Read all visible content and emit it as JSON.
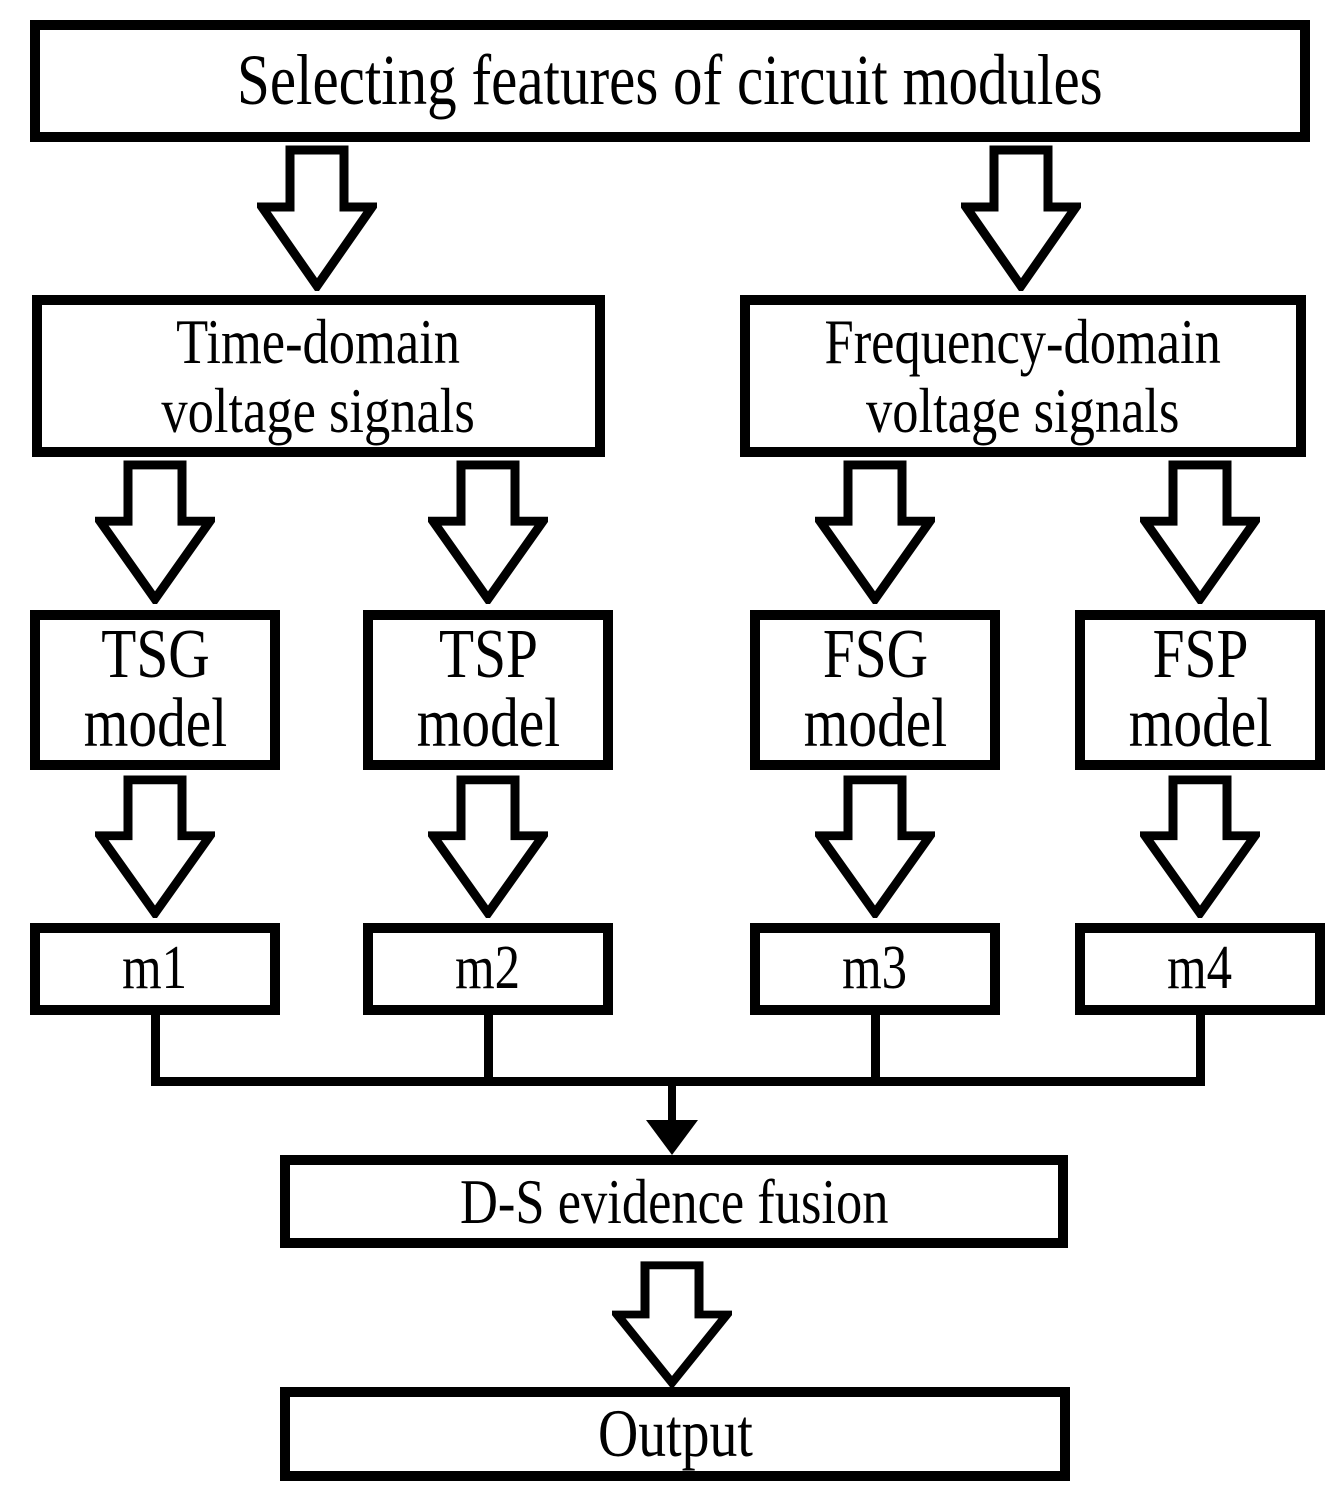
{
  "figure": {
    "top_box": {
      "label": "Selecting features of circuit modules"
    },
    "signal_boxes": [
      {
        "line1": "Time-domain",
        "line2": "voltage signals"
      },
      {
        "line1": "Frequency-domain",
        "line2": "voltage signals"
      }
    ],
    "model_boxes": [
      {
        "line1": "TSG",
        "line2": "model"
      },
      {
        "line1": "TSP",
        "line2": "model"
      },
      {
        "line1": "FSG",
        "line2": "model"
      },
      {
        "line1": "FSP",
        "line2": "model"
      }
    ],
    "mass_boxes": [
      "m1",
      "m2",
      "m3",
      "m4"
    ],
    "fusion_box": {
      "label": "D-S evidence fusion"
    },
    "output_box": {
      "label": "Output"
    },
    "icons": {
      "hollow_arrow": "hollow-down-arrow",
      "solid_arrow": "solid-down-arrow"
    },
    "colors": {
      "ink": "#000000",
      "paper": "#ffffff"
    }
  }
}
